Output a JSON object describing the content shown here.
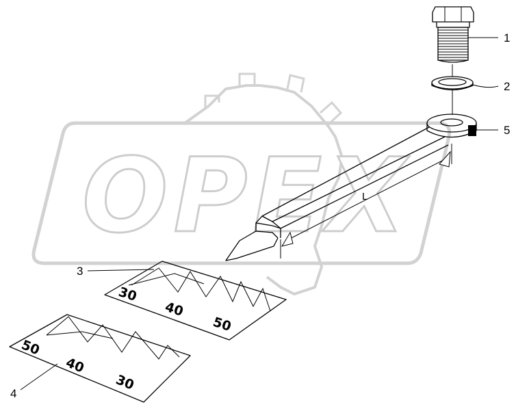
{
  "watermark": {
    "text": "OPEX"
  },
  "callouts": [
    {
      "id": "bolt",
      "label": "1"
    },
    {
      "id": "washer",
      "label": "2"
    },
    {
      "id": "gauge-a",
      "label": "3"
    },
    {
      "id": "gauge-b",
      "label": "4"
    },
    {
      "id": "knife",
      "label": "5"
    }
  ],
  "dimension": {
    "label": "L"
  },
  "gauge_a": {
    "numbers": [
      "30",
      "40",
      "50"
    ]
  },
  "gauge_b": {
    "numbers": [
      "50",
      "40",
      "30"
    ]
  }
}
